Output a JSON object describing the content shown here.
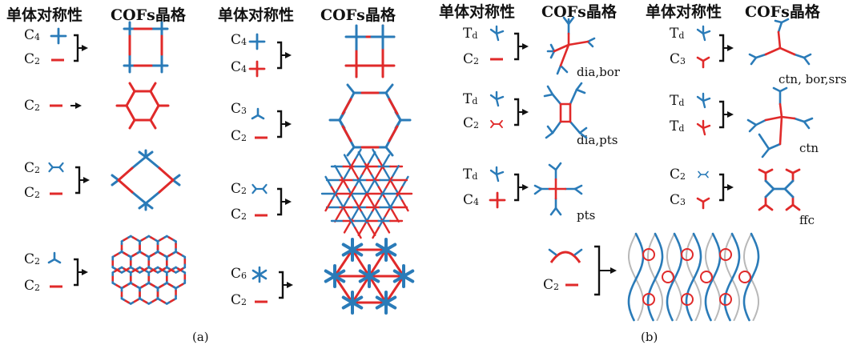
{
  "headers": {
    "monomer_symmetry": "单体对称性",
    "cof_lattice": "COFs晶格"
  },
  "panel_a": {
    "caption": "(a)",
    "rows": [
      {
        "m1": "C",
        "m1_sub": "4",
        "m2": "C",
        "m2_sub": "2"
      },
      {
        "m1": "C",
        "m1_sub": "2"
      },
      {
        "m1": "C",
        "m1_sub": "2",
        "m2": "C",
        "m2_sub": "2"
      },
      {
        "m1": "C",
        "m1_sub": "2",
        "m2": "C",
        "m2_sub": "2"
      },
      {
        "m1": "C",
        "m1_sub": "4",
        "m2": "C",
        "m2_sub": "4"
      },
      {
        "m1": "C",
        "m1_sub": "3",
        "m2": "C",
        "m2_sub": "2"
      },
      {
        "m1": "C",
        "m1_sub": "2",
        "m2": "C",
        "m2_sub": "2"
      },
      {
        "m1": "C",
        "m1_sub": "6",
        "m2": "C",
        "m2_sub": "2"
      }
    ]
  },
  "panel_b": {
    "caption": "(b)",
    "rows": [
      {
        "m1": "T",
        "m1_sub": "d",
        "m2": "C",
        "m2_sub": "2",
        "label": "dia,bor"
      },
      {
        "m1": "T",
        "m1_sub": "d",
        "m2": "C",
        "m2_sub": "2",
        "label": "dia,pts"
      },
      {
        "m1": "T",
        "m1_sub": "d",
        "m2": "C",
        "m2_sub": "4",
        "label": "pts"
      },
      {
        "m1": "T",
        "m1_sub": "d",
        "m2": "C",
        "m2_sub": "3",
        "label": "ctn, bor,srs"
      },
      {
        "m1": "T",
        "m1_sub": "d",
        "m2": "T",
        "m2_sub": "d",
        "label": "ctn"
      },
      {
        "m1": "C",
        "m1_sub": "2",
        "m2": "C",
        "m2_sub": "3",
        "label": "ffc"
      },
      {
        "m2": "C",
        "m2_sub": "2"
      }
    ]
  },
  "colors": {
    "blue": "#2a7bb8",
    "red": "#e02a2a",
    "black": "#111111",
    "gray": "#b8b8b8"
  }
}
